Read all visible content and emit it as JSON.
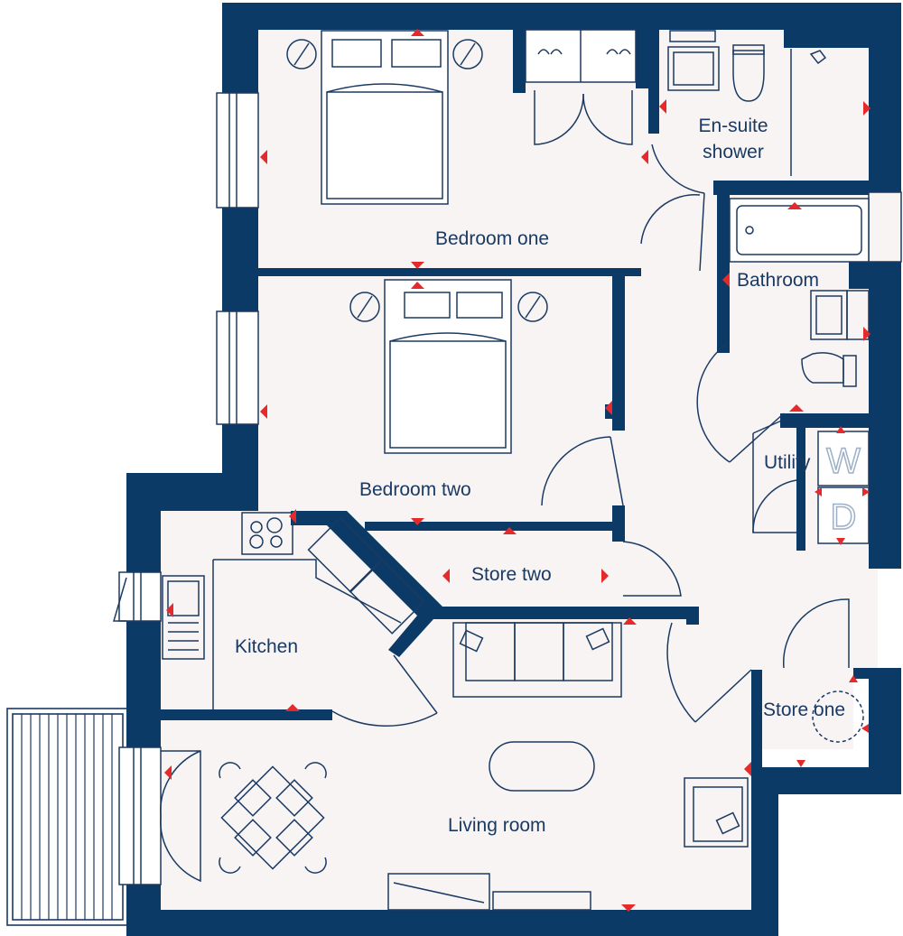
{
  "colors": {
    "wall": "#0c3a66",
    "floor": "#f7f4f3",
    "line": "#1b3a63",
    "marker": "#e42a2a",
    "background": "#ffffff"
  },
  "rooms": {
    "bedroom_one": "Bedroom one",
    "bedroom_two": "Bedroom two",
    "ensuite_line1": "En-suite",
    "ensuite_line2": "shower",
    "bathroom": "Bathroom",
    "utility": "Utility",
    "store_two": "Store two",
    "kitchen": "Kitchen",
    "store_one": "Store one",
    "living_room": "Living room"
  },
  "appliance_letters": {
    "washer": "W",
    "dryer": "D"
  },
  "icons": [
    "bed-icon",
    "bedside-lamp-icon",
    "wardrobe-icon",
    "wc-icon",
    "basin-icon",
    "bath-icon",
    "sofa-icon",
    "armchair-icon",
    "dining-table-icon",
    "coffee-table-icon",
    "hob-icon",
    "sink-icon",
    "balcony-icon",
    "door-swing-icon"
  ]
}
